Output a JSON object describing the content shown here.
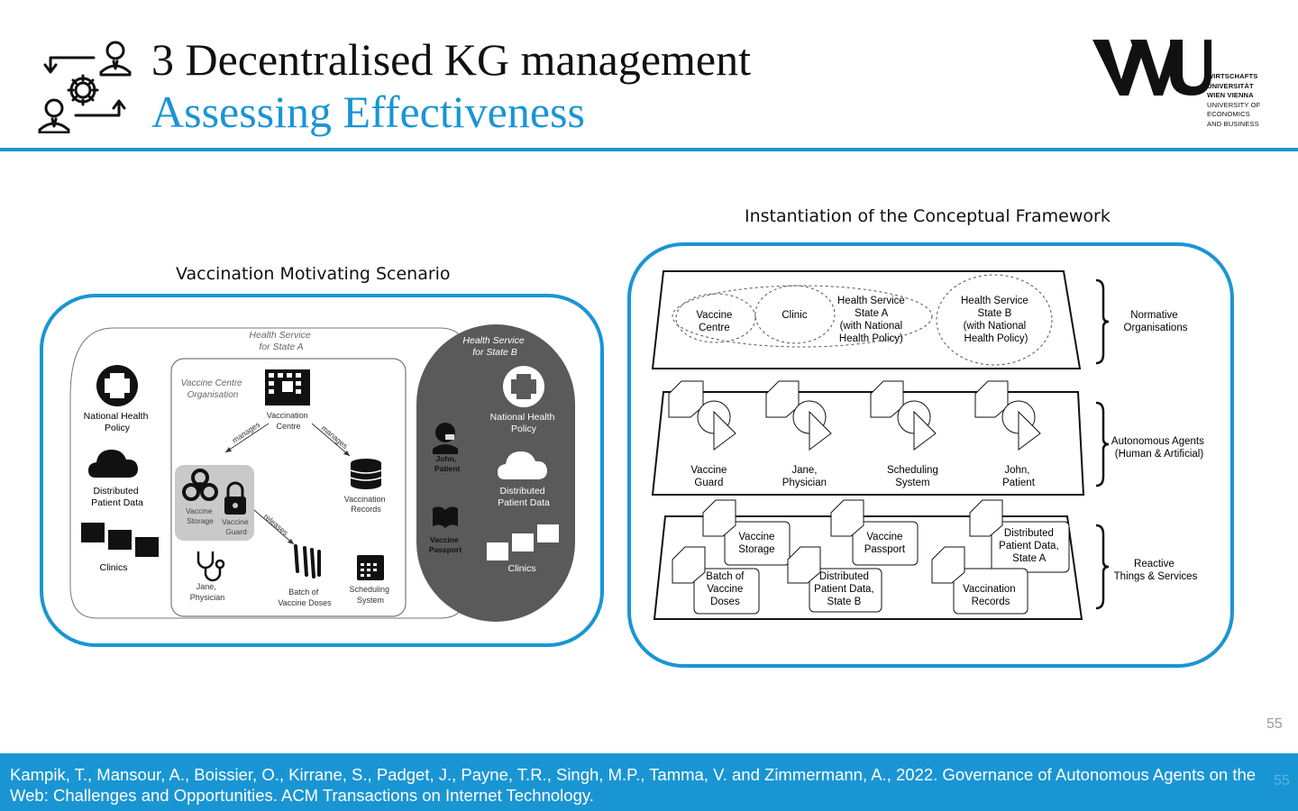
{
  "header": {
    "icon": "people-gear-cycle-icon",
    "title": "3 Decentralised KG management",
    "subtitle": "Assessing Effectiveness"
  },
  "logo": {
    "mark": "WU",
    "lines": [
      "WIRTSCHAFTS",
      "UNIVERSITÄT",
      "WIEN VIENNA",
      "UNIVERSITY OF",
      "ECONOMICS",
      "AND BUSINESS"
    ]
  },
  "left_panel": {
    "caption": "Vaccination Motivating Scenario",
    "state_a": {
      "title": [
        "Health Service",
        "for State A"
      ],
      "national_policy": [
        "National Health",
        "Policy"
      ],
      "patient_data": [
        "Distributed",
        "Patient Data"
      ],
      "clinics": "Clinics",
      "vaccine_centre_org": [
        "Vaccine Centre",
        "Organisation"
      ],
      "vaccination_centre": [
        "Vaccination",
        "Centre"
      ],
      "manages": "manages",
      "releases": "releases",
      "vaccine_storage": [
        "Vaccine",
        "Storage"
      ],
      "vaccine_guard": [
        "Vaccine",
        "Guard"
      ],
      "vaccination_records": [
        "Vaccination",
        "Records"
      ],
      "physician": [
        "Jane,",
        "Physician"
      ],
      "doses": [
        "Batch of",
        "Vaccine Doses"
      ],
      "scheduling": [
        "Scheduling",
        "System"
      ]
    },
    "state_b": {
      "title": [
        "Health Service",
        "for State B"
      ],
      "patient": [
        "John,",
        "Patient"
      ],
      "national_policy": [
        "National Health",
        "Policy"
      ],
      "patient_data": [
        "Distributed",
        "Patient Data"
      ],
      "passport": [
        "Vaccine",
        "Passport"
      ],
      "clinics": "Clinics"
    }
  },
  "right_panel": {
    "caption": "Instantiation of the Conceptual Framework",
    "normative": {
      "items": [
        [
          "Vaccine",
          "Centre"
        ],
        [
          "Clinic"
        ],
        [
          "Health Service",
          "State A",
          "(with National",
          "Health Policy)"
        ],
        [
          "Health Service",
          "State B",
          "(with National",
          "Health Policy)"
        ]
      ],
      "label": [
        "Normative",
        "Organisations"
      ]
    },
    "agents": {
      "items": [
        [
          "Vaccine",
          "Guard"
        ],
        [
          "Jane,",
          "Physician"
        ],
        [
          "Scheduling",
          "System"
        ],
        [
          "John,",
          "Patient"
        ]
      ],
      "label": [
        "Autonomous Agents",
        "(Human & Artificial)"
      ]
    },
    "reactive": {
      "items": [
        [
          "Vaccine",
          "Storage"
        ],
        [
          "Vaccine",
          "Passport"
        ],
        [
          "Distributed",
          "Patient Data,",
          "State A"
        ],
        [
          "Batch of",
          "Vaccine",
          "Doses"
        ],
        [
          "Distributed",
          "Patient Data,",
          "State B"
        ],
        [
          "Vaccination",
          "Records"
        ]
      ],
      "label": [
        "Reactive",
        "Things & Services"
      ]
    }
  },
  "page_number": "55",
  "footer": {
    "citation": "Kampik, T., Mansour, A., Boissier, O., Kirrane, S., Padget, J., Payne, T.R., Singh, M.P., Tamma, V. and Zimmermann, A., 2022. Governance of Autonomous Agents on the Web: Challenges and Opportunities. ACM Transactions on Internet Technology.",
    "page_number": "55"
  },
  "colors": {
    "accent": "#1a95d4",
    "dark_region": "#5a5a5a"
  }
}
